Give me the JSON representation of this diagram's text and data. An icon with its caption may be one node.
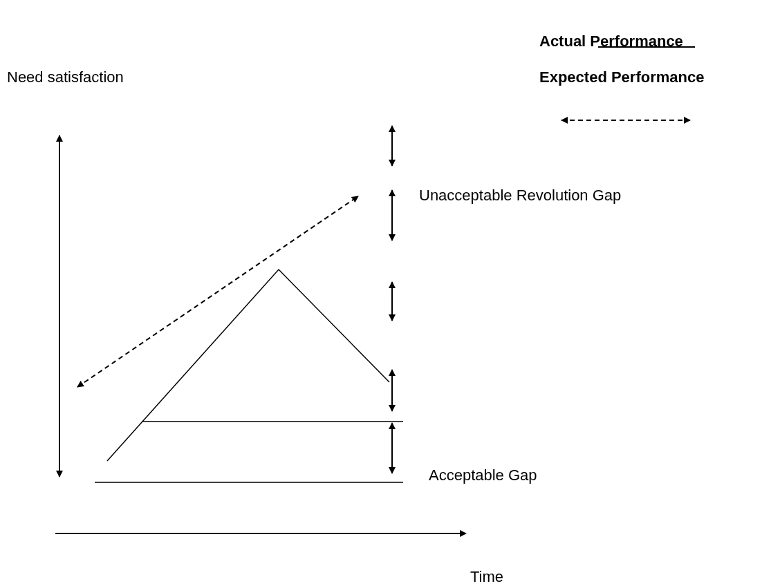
{
  "diagram": {
    "labels": [
      "Need satisfaction",
      "Unacceptable Revolution Gap",
      "Acceptable Gap",
      "Time"
    ],
    "legend": [
      {
        "text": "Actual Performance"
      },
      {
        "text": "Expected Performance"
      }
    ]
  }
}
